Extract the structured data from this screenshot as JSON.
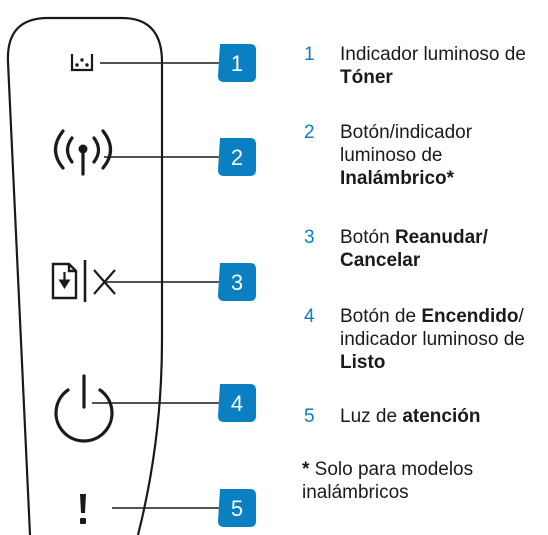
{
  "callouts": [
    {
      "number": "1",
      "icon": "toner-icon"
    },
    {
      "number": "2",
      "icon": "wireless-icon"
    },
    {
      "number": "3",
      "icon": "resume-cancel-icon"
    },
    {
      "number": "4",
      "icon": "power-icon"
    },
    {
      "number": "5",
      "icon": "attention-icon"
    }
  ],
  "legend": [
    {
      "number": "1",
      "parts": [
        {
          "text": "Indicador luminoso de "
        },
        {
          "text": "Tóner",
          "bold": true
        }
      ]
    },
    {
      "number": "2",
      "parts": [
        {
          "text": "Botón/indicador luminoso de "
        },
        {
          "text": "Inalámbrico*",
          "bold": true
        }
      ]
    },
    {
      "number": "3",
      "parts": [
        {
          "text": "Botón "
        },
        {
          "text": "Reanudar/ Cancelar",
          "bold": true
        }
      ]
    },
    {
      "number": "4",
      "parts": [
        {
          "text": "Botón de "
        },
        {
          "text": "Encendido",
          "bold": true
        },
        {
          "text": "/ indicador luminoso de "
        },
        {
          "text": "Listo",
          "bold": true
        }
      ]
    },
    {
      "number": "5",
      "parts": [
        {
          "text": "Luz de "
        },
        {
          "text": "atención",
          "bold": true
        }
      ]
    }
  ],
  "footnote": {
    "mark": "*",
    "text": " Solo para modelos inalámbricos"
  },
  "colors": {
    "callout_fill": "#0a7fc2",
    "number_text": "#0a7fc2",
    "outline": "#1a1a1a"
  }
}
